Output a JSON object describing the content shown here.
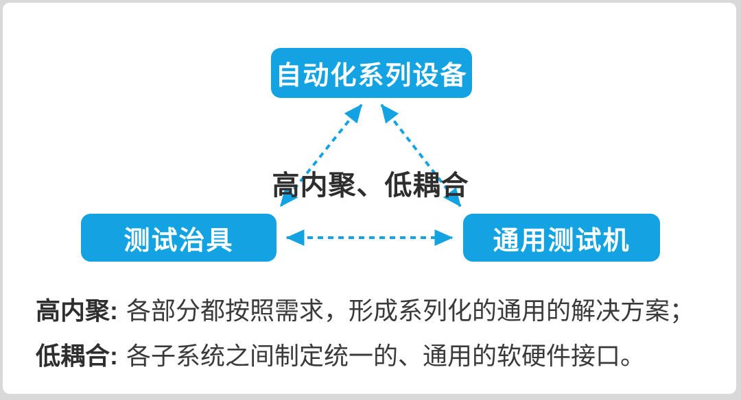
{
  "diagram": {
    "top_box": {
      "label": "自动化系列设备"
    },
    "left_box": {
      "label": "测试治具"
    },
    "right_box": {
      "label": "通用测试机"
    },
    "center_label": "高内聚、低耦合",
    "connections": [
      "top_box <-> left_box (dashed, double-headed)",
      "top_box <-> right_box (dashed, double-headed)",
      "left_box <-> right_box (dashed, double-headed)"
    ]
  },
  "notes": [
    {
      "term": "高内聚:",
      "desc": "各部分都按照需求，形成系列化的通用的解决方案；"
    },
    {
      "term": "低耦合:",
      "desc": "各子系统之间制定统一的、通用的软硬件接口。"
    }
  ],
  "colors": {
    "accent_blue": "#14A3E2",
    "text_dark": "#2E2E2E",
    "text_body": "#3A3A3A",
    "frame_gray": "#D9D9D9",
    "card_white": "#FFFFFF"
  }
}
